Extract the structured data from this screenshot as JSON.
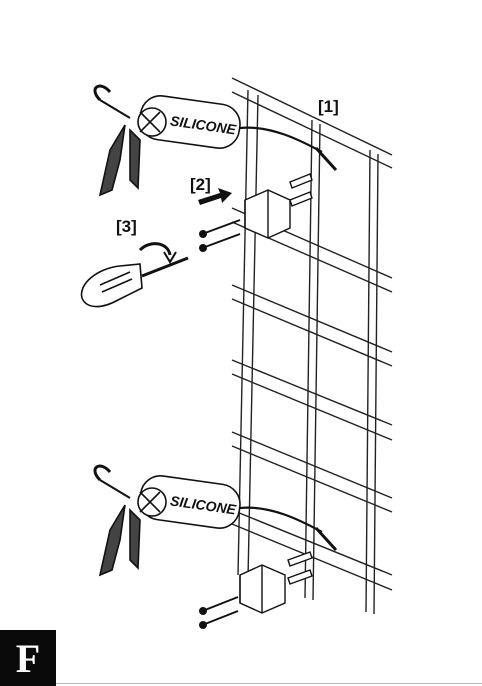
{
  "labels": {
    "step1": "[1]",
    "step2": "[2]",
    "step3": "[3]",
    "gun_text_top": "SILICONE",
    "gun_text_bottom": "SILICONE"
  },
  "badge": {
    "letter": "F",
    "color": "#0a0a0a"
  },
  "icons": [
    "caulking-gun-icon",
    "wire-grid-icon",
    "bracket-icon",
    "wall-plug-icon",
    "screw-icon",
    "screwdriver-icon",
    "rotation-arrow-icon",
    "direction-arrow-icon"
  ]
}
